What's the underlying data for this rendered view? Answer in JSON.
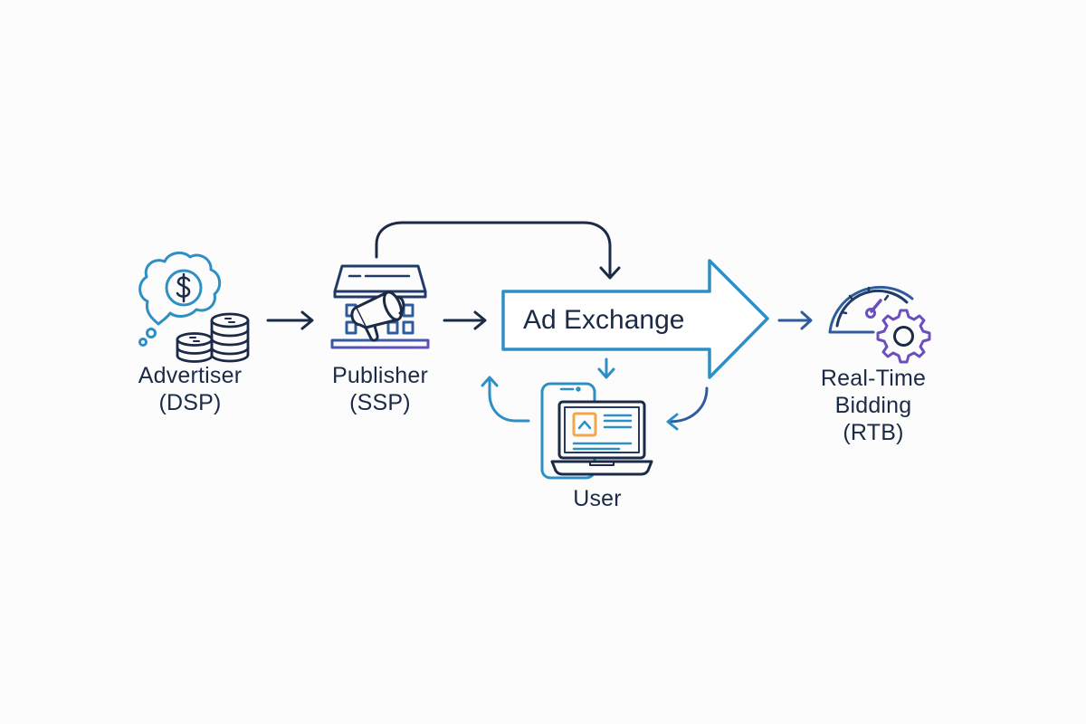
{
  "colors": {
    "background": "#fcfcfc",
    "navy": "#1b2a47",
    "dark_blue": "#223a66",
    "mid_blue": "#2f5c9e",
    "light_blue": "#2e8fc4",
    "purple": "#6b4fbf",
    "orange": "#f0a84a",
    "text": "#1b2a47"
  },
  "nodes": {
    "advertiser": {
      "label": "Advertiser\n(DSP)",
      "icon": "thought-bubble-dollar-coins-icon"
    },
    "publisher": {
      "label": "Publisher\n(SSP)",
      "icon": "storefront-megaphone-icon"
    },
    "ad_exchange": {
      "label": "Ad Exchange",
      "icon": "block-arrow-shape"
    },
    "user": {
      "label": "User",
      "icon": "laptop-phone-icon"
    },
    "rtb": {
      "label": "Real-Time\nBidding\n(RTB)",
      "icon": "speedometer-gear-icon"
    }
  },
  "edges": [
    {
      "from": "advertiser",
      "to": "publisher",
      "style": "straight-arrow"
    },
    {
      "from": "publisher",
      "to": "ad_exchange",
      "style": "straight-arrow"
    },
    {
      "from": "publisher",
      "to": "ad_exchange",
      "style": "curved-over-arrow"
    },
    {
      "from": "ad_exchange",
      "to": "user",
      "style": "down-arrow"
    },
    {
      "from": "ad_exchange",
      "to": "user",
      "style": "curved-return-arrow"
    },
    {
      "from": "user",
      "to": "ad_exchange",
      "style": "curved-up-arrow"
    },
    {
      "from": "ad_exchange",
      "to": "rtb",
      "style": "straight-arrow"
    }
  ]
}
